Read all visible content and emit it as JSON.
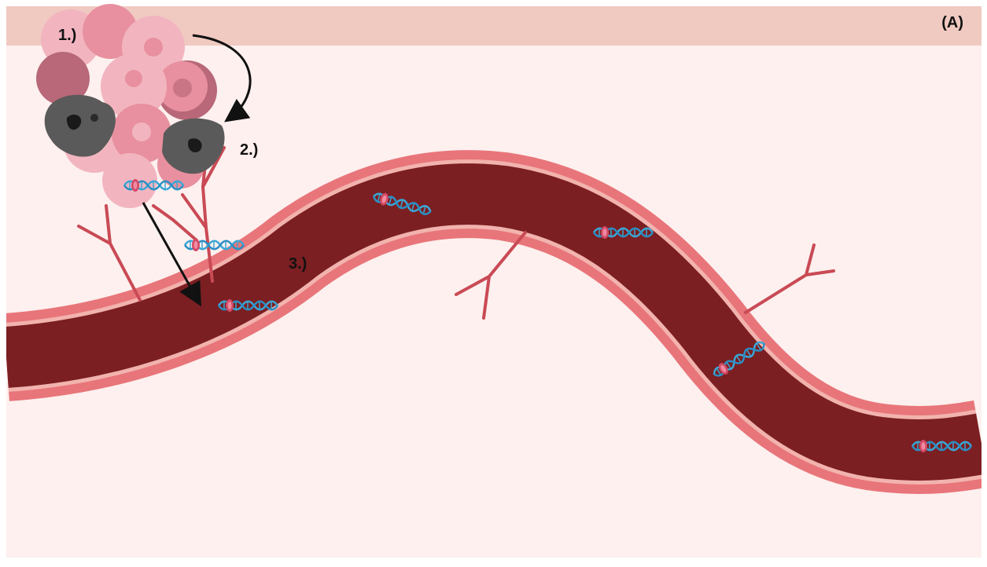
{
  "figure": {
    "panel_label": "(A)",
    "steps": [
      {
        "id": "step1",
        "label": "1.)"
      },
      {
        "id": "step2",
        "label": "2.)"
      },
      {
        "id": "step3",
        "label": "3.)"
      }
    ]
  },
  "colors": {
    "page_border": "#ffffff",
    "background": "#fdf0ee",
    "top_band": "#f0c9c1",
    "vessel_lumen": "#7b1f22",
    "vessel_wall": "#e8757a",
    "vessel_wall_highlight": "#f2b3ae",
    "capillary": "#c94a55",
    "tumor_light": "#f2b5c0",
    "tumor_mid": "#e8909f",
    "tumor_dark": "#b86878",
    "necrotic": "#5a5a5a",
    "dna_helix": "#3aa7d6",
    "dna_nucleosome": "#d24a66",
    "arrow": "#111111"
  },
  "icons": [
    "tumor-cluster-icon",
    "necrotic-cell-icon",
    "cfdna-fragment-icon",
    "blood-vessel-icon",
    "capillary-icon",
    "arrow-icon"
  ]
}
